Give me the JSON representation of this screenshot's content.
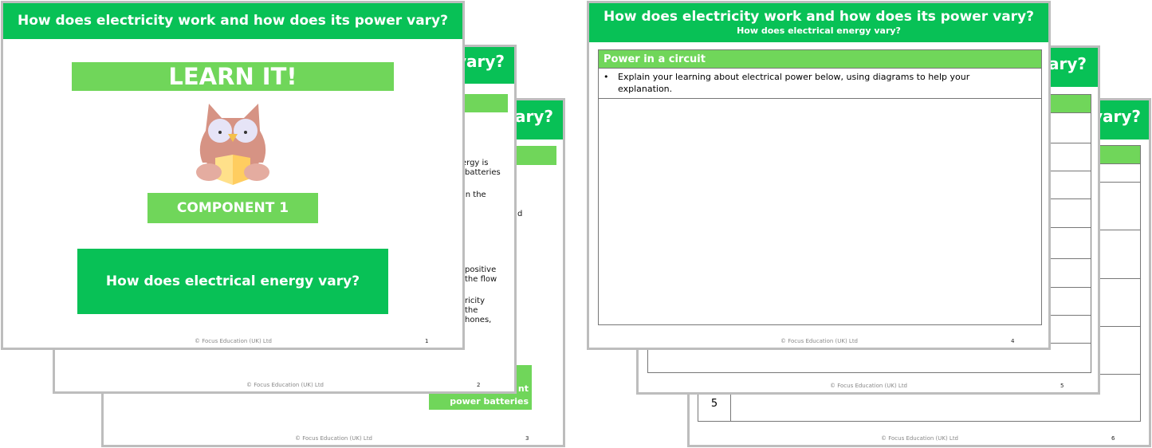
{
  "deck_title": "How does electricity work and how does its power vary?",
  "subtitle": "How does electrical energy vary?",
  "footer": "© Focus Education (UK) Ltd",
  "colors": {
    "header": "#08c156",
    "accent": "#70d65a",
    "border": "#bdbdbd"
  },
  "slides": [
    {
      "number": "1",
      "title_visible": "How does electricity work and how does its power vary?",
      "learn_label": "LEARN IT!",
      "icon": "owl-reading-book-icon",
      "component_label": "COMPONENT 1",
      "question": "How does electrical energy vary?"
    },
    {
      "number": "2",
      "title_visible": "vary?",
      "text_fragments": [
        "ergy is",
        "batteries",
        "in the",
        "positive",
        "the flow",
        "ricity",
        "the",
        "hones,"
      ]
    },
    {
      "number": "3",
      "title_visible": "vary?",
      "text_fragments": [
        "d"
      ],
      "box_lines": [
        "nt",
        "power batteries"
      ]
    },
    {
      "number": "4",
      "table_header": "Power in a circuit",
      "bullet": "Explain your learning about electrical power below, using diagrams to help your explanation."
    },
    {
      "number": "5",
      "title_visible": "vary?"
    },
    {
      "number": "6",
      "title_visible": "vary?",
      "row_label": "5"
    }
  ]
}
